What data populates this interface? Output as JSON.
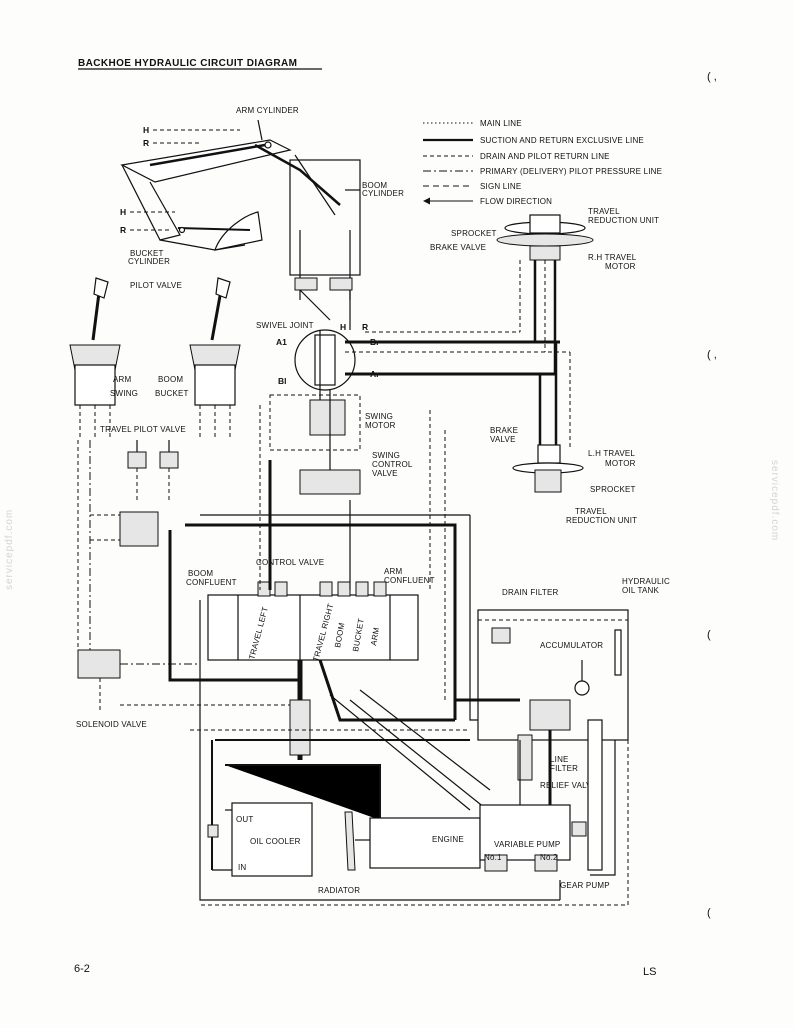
{
  "title": "BACKHOE HYDRAULIC CIRCUIT DIAGRAM",
  "legend": [
    {
      "label": "MAIN LINE",
      "style": "main"
    },
    {
      "label": "SUCTION AND RETURN EXCLUSIVE LINE",
      "style": "suction"
    },
    {
      "label": "DRAIN AND PILOT RETURN LINE",
      "style": "drain"
    },
    {
      "label": "PRIMARY (DELIVERY) PILOT PRESSURE LINE",
      "style": "pilot"
    },
    {
      "label": "SIGN LINE",
      "style": "sign"
    },
    {
      "label": "FLOW DIRECTION",
      "style": "flow"
    }
  ],
  "labels": {
    "arm_cylinder": "ARM CYLINDER",
    "boom_cylinder_1": "BOOM",
    "boom_cylinder_2": "CYLINDER",
    "bucket_cylinder_1": "BUCKET",
    "bucket_cylinder_2": "CYLINDER",
    "pilot_valve": "PILOT VALVE",
    "arm": "ARM",
    "swing": "SWING",
    "boom": "BOOM",
    "bucket": "BUCKET",
    "travel_pilot_valve": "TRAVEL PILOT VALVE",
    "swivel_joint": "SWIVEL JOINT",
    "swing_motor_1": "SWING",
    "swing_motor_2": "MOTOR",
    "swing_control_1": "SWING",
    "swing_control_2": "CONTROL",
    "swing_control_3": "VALVE",
    "control_valve": "CONTROL VALVE",
    "boom_confluent_1": "BOOM",
    "boom_confluent_2": "CONFLUENT",
    "arm_confluent_1": "ARM",
    "arm_confluent_2": "CONFLUENT",
    "travel_left": "TRAVEL LEFT",
    "travel_right": "TRAVEL RIGHT",
    "spool_boom": "BOOM",
    "spool_bucket": "BUCKET",
    "spool_arm": "ARM",
    "travel_reduction_top_1": "TRAVEL",
    "travel_reduction_top_2": "REDUCTION UNIT",
    "sprocket_top": "SPROCKET",
    "brake_valve_top": "BRAKE VALVE",
    "rh_travel_1": "R.H TRAVEL",
    "rh_travel_2": "MOTOR",
    "brake_valve_mid_1": "BRAKE",
    "brake_valve_mid_2": "VALVE",
    "lh_travel_1": "L.H TRAVEL",
    "lh_travel_2": "MOTOR",
    "sprocket_mid": "SPROCKET",
    "travel_reduction_mid_1": "TRAVEL",
    "travel_reduction_mid_2": "REDUCTION UNIT",
    "drain_filter": "DRAIN FILTER",
    "hydraulic_tank_1": "HYDRAULIC",
    "hydraulic_tank_2": "OIL TANK",
    "accumulator": "ACCUMULATOR",
    "solenoid_valve": "SOLENOID VALVE",
    "line_filter_1": "LINE",
    "line_filter_2": "FILTER",
    "relief_valve": "RELIEF VALVE",
    "oil_cooler": "OIL COOLER",
    "out": "OUT",
    "in": "IN",
    "engine": "ENGINE",
    "variable_pump": "VARIABLE PUMP",
    "no1": "No.1",
    "no2": "No.2",
    "gear_pump": "GEAR PUMP",
    "radiator": "RADIATOR",
    "port_H1": "H",
    "port_R1": "R",
    "port_H2": "H",
    "port_R2": "R",
    "port_H3": "H",
    "port_R3": "R",
    "port_A1": "A1",
    "port_Br": "Br",
    "port_Bl": "Bl",
    "port_Ar": "Ar"
  },
  "footer": {
    "page": "6-2",
    "code": "LS"
  },
  "watermark": "servicepdf.com"
}
